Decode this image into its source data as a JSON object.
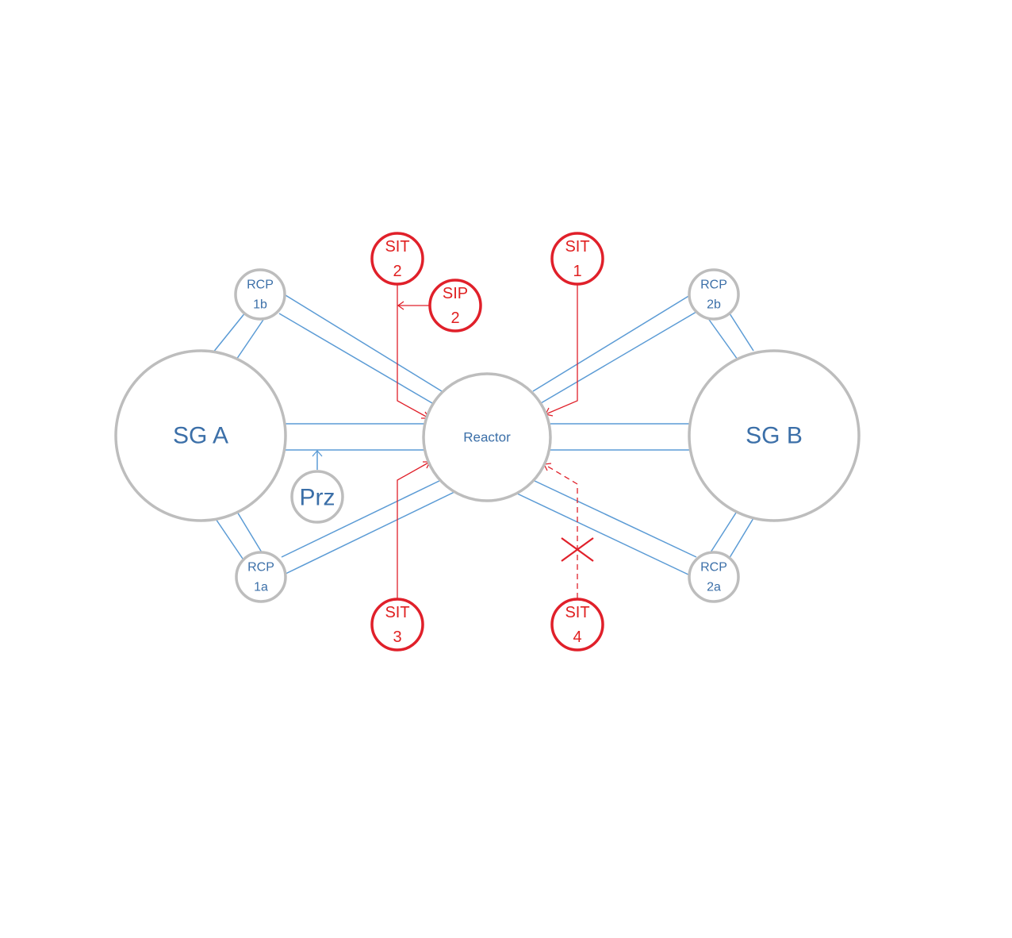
{
  "diagram": {
    "reactor": {
      "label": "Reactor"
    },
    "steam_generators": [
      {
        "id": "sg-a",
        "label": "SG A"
      },
      {
        "id": "sg-b",
        "label": "SG B"
      }
    ],
    "pressurizer": {
      "label": "Prz"
    },
    "pumps": [
      {
        "id": "rcp-1b",
        "line1": "RCP",
        "line2": "1b"
      },
      {
        "id": "rcp-1a",
        "line1": "RCP",
        "line2": "1a"
      },
      {
        "id": "rcp-2b",
        "line1": "RCP",
        "line2": "2b"
      },
      {
        "id": "rcp-2a",
        "line1": "RCP",
        "line2": "2a"
      }
    ],
    "instruments": [
      {
        "id": "sit-2",
        "line1": "SIT",
        "line2": "2"
      },
      {
        "id": "sip-2",
        "line1": "SIP",
        "line2": "2"
      },
      {
        "id": "sit-1",
        "line1": "SIT",
        "line2": "1"
      },
      {
        "id": "sit-3",
        "line1": "SIT",
        "line2": "3"
      },
      {
        "id": "sit-4",
        "line1": "SIT",
        "line2": "4"
      }
    ],
    "colors": {
      "pipe": "#5b9bd5",
      "node_outline": "#bdbdbd",
      "label": "#3b6fa8",
      "injection": "#e0202a"
    }
  }
}
